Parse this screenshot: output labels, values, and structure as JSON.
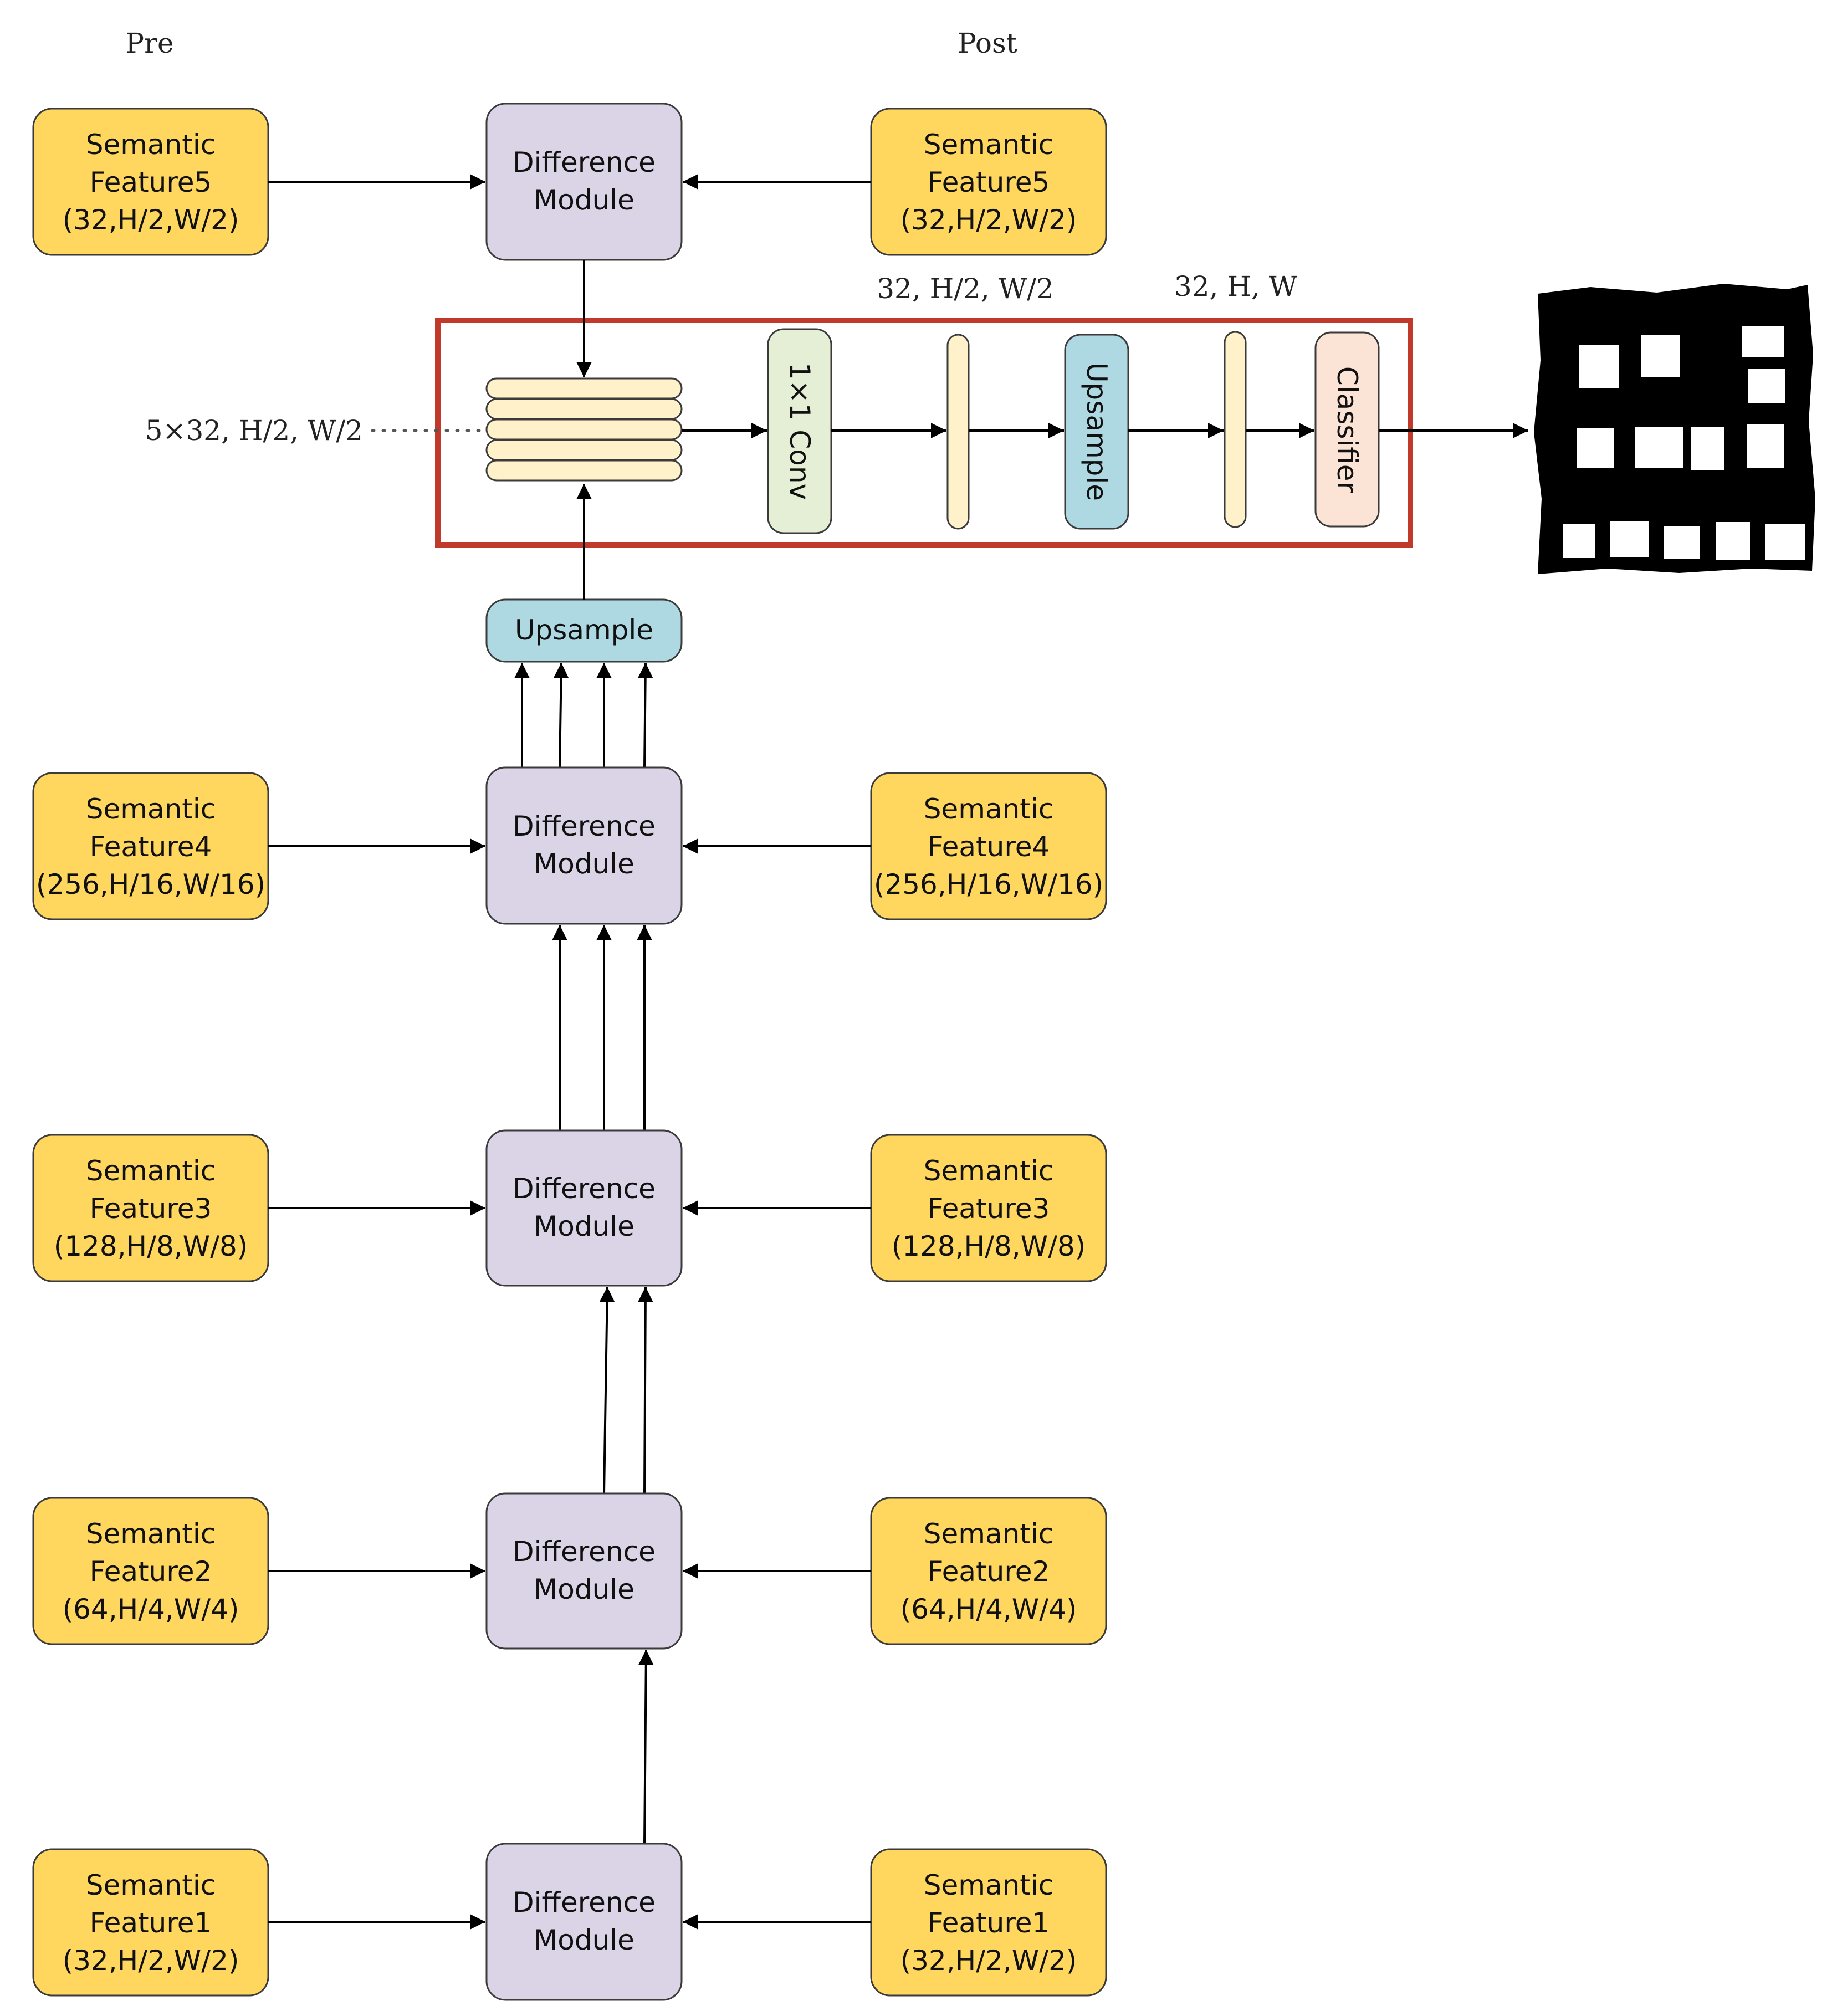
{
  "headers": {
    "pre": "Pre",
    "post": "Post"
  },
  "features": {
    "f5": {
      "line1": "Semantic",
      "line2": "Feature5",
      "line3": "(32,H/2,W/2)"
    },
    "f4": {
      "line1": "Semantic",
      "line2": "Feature4",
      "line3": "(256,H/16,W/16)"
    },
    "f3": {
      "line1": "Semantic",
      "line2": "Feature3",
      "line3": "(128,H/8,W/8)"
    },
    "f2": {
      "line1": "Semantic",
      "line2": "Feature2",
      "line3": "(64,H/4,W/4)"
    },
    "f1": {
      "line1": "Semantic",
      "line2": "Feature1",
      "line3": "(32,H/2,W/2)"
    }
  },
  "difference_module": {
    "line1": "Difference",
    "line2": "Module"
  },
  "upsample_label": "Upsample",
  "conv_label": "1×1 Conv",
  "classifier_label": "Classifier",
  "dims": {
    "concat": "5×32, H/2, W/2",
    "after_conv": "32, H/2, W/2",
    "after_upsample": "32, H, W"
  },
  "colors": {
    "feature": "#FFD75E",
    "difference": "#DAD4E6",
    "upsample": "#AED9E2",
    "conv": "#E4EFD6",
    "classifier": "#FBE3D6",
    "bar": "#FFF1C9",
    "highlight": "#C0392B"
  },
  "output_image": "change-map-output"
}
